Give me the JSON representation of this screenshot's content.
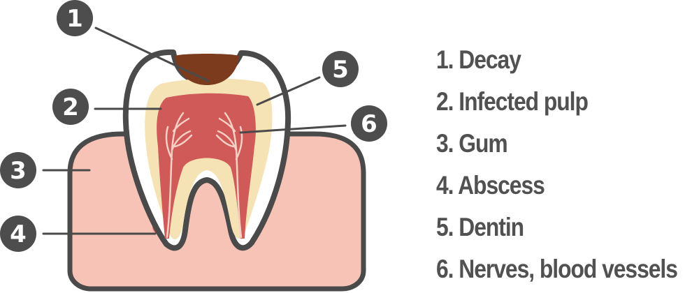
{
  "diagram": {
    "markers": [
      "1",
      "2",
      "3",
      "4",
      "5",
      "6"
    ]
  },
  "legend": {
    "items": [
      "1. Decay",
      "2. Infected pulp",
      "3. Gum",
      "4. Abscess",
      "5. Dentin",
      "6. Nerves, blood vessels"
    ]
  },
  "colors": {
    "outline": "#4a4a4a",
    "marker": "#4d4d4d",
    "gum": "#f7c3b7",
    "enamel": "#ffffff",
    "dentin": "#f5e3b5",
    "pulp": "#cf5a57",
    "vessels": "#f6cfc5",
    "decay": "#7b3b1c",
    "abscess": "#d85a5a",
    "legend_text": "#515151"
  }
}
